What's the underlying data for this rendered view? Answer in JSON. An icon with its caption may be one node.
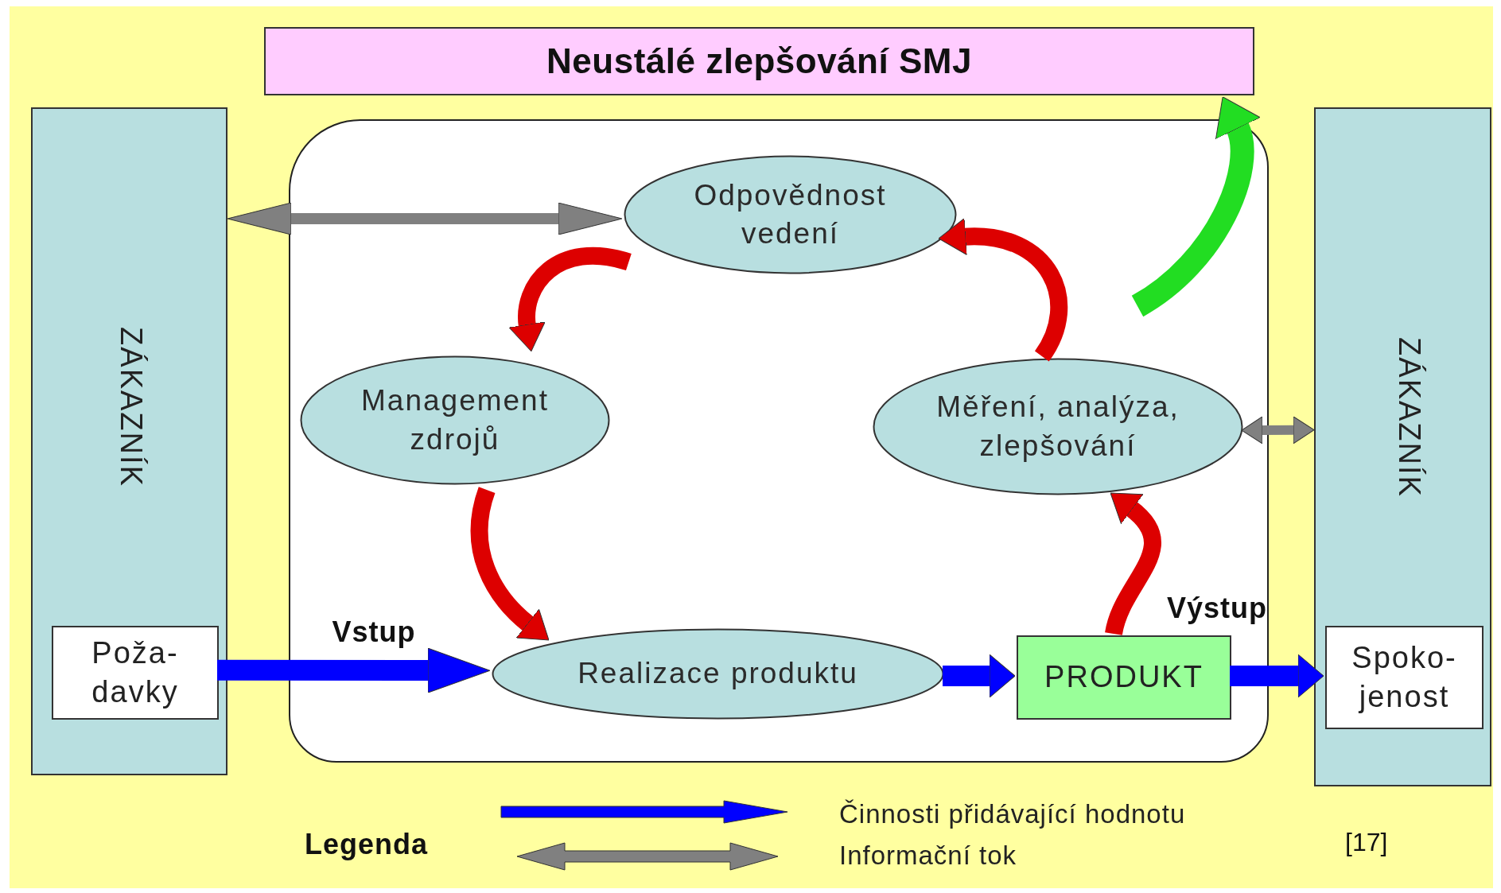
{
  "diagram": {
    "nodes": [
      {
        "text": [
          "Neustálé zlepšování SMJ"
        ]
      },
      {
        "text": [
          "ZÁKAZNÍK"
        ]
      },
      {
        "text": [
          "Poža- davky"
        ],
        "in": 1
      },
      {
        "text": [],
        "shape": "box"
      },
      {
        "text": [
          "Odpovědnost vedení"
        ],
        "in": 3
      },
      {
        "text": [
          "Management zdrojů"
        ],
        "in": 3
      },
      {
        "text": [
          "Měření, analýza, zlepšování"
        ],
        "in": 3
      },
      {
        "text": [
          "Realizace produktu"
        ],
        "in": 3
      },
      {
        "text": [
          "PRODUKT"
        ],
        "in": 3
      },
      {
        "text": [
          "ZÁKAZNÍK"
        ]
      },
      {
        "text": [
          "Spoko- jenost"
        ],
        "in": 9
      }
    ],
    "edges": [
      {
        "from": 1,
        "to": 4,
        "arrow": "both",
        "color": "#808080"
      },
      {
        "from": 6,
        "to": 9,
        "arrow": "both",
        "color": "#808080"
      },
      {
        "from": 4,
        "to": 5,
        "arrow": "to"
      },
      {
        "from": 5,
        "to": 7,
        "arrow": "to"
      },
      {
        "from": 8,
        "to": 6,
        "arrow": "to"
      },
      {
        "from": 6,
        "to": 4,
        "arrow": "to"
      },
      {
        "from": null,
        "to": 0,
        "arrow": "to",
        "color": "#22dd22"
      },
      {
        "from": 2,
        "to": 7,
        "arrow": "to",
        "label": "Vstup",
        "color": "#0000ff"
      },
      {
        "from": 7,
        "to": 8,
        "arrow": "to",
        "color": "#0000ff"
      },
      {
        "from": 8,
        "to": 10,
        "arrow": "to",
        "label": "Výstup",
        "color": "#0000ff"
      }
    ],
    "labels": [
      "Legenda",
      "[17]"
    ],
    "legend": [
      {
        "text": "Činnosti přidávající hodnotu"
      },
      {
        "text": "Informační tok"
      }
    ]
  }
}
